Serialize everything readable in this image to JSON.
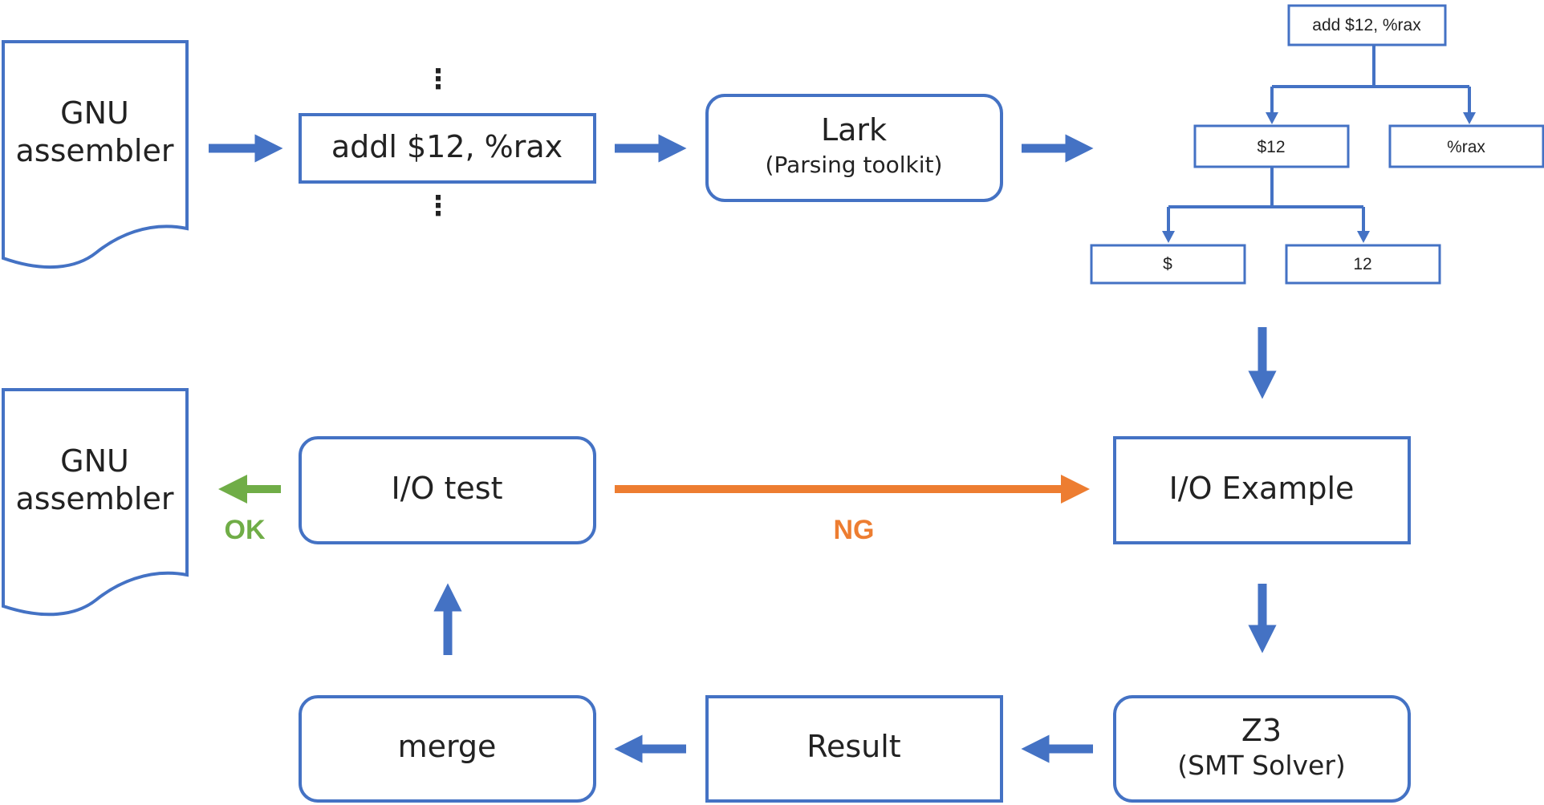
{
  "colors": {
    "primary": "#4472c4",
    "ok": "#70ad47",
    "ng": "#ed7d31"
  },
  "nodes": {
    "doc_top": {
      "line1": "GNU",
      "line2": "assembler"
    },
    "instruction": "addl $12, %rax",
    "ellipsis": "⋮",
    "lark": {
      "title": "Lark",
      "subtitle": "(Parsing toolkit)"
    },
    "tree": {
      "root": "add $12, %rax",
      "left": "$12",
      "right": "%rax",
      "leaf_left": "$",
      "leaf_right": "12"
    },
    "io_example": "I/O Example",
    "z3": {
      "title": "Z3",
      "subtitle": "(SMT Solver)"
    },
    "result": "Result",
    "merge": "merge",
    "io_test": "I/O test",
    "doc_bottom": {
      "line1": "GNU",
      "line2": "assembler"
    }
  },
  "edge_labels": {
    "ok": "OK",
    "ng": "NG"
  }
}
